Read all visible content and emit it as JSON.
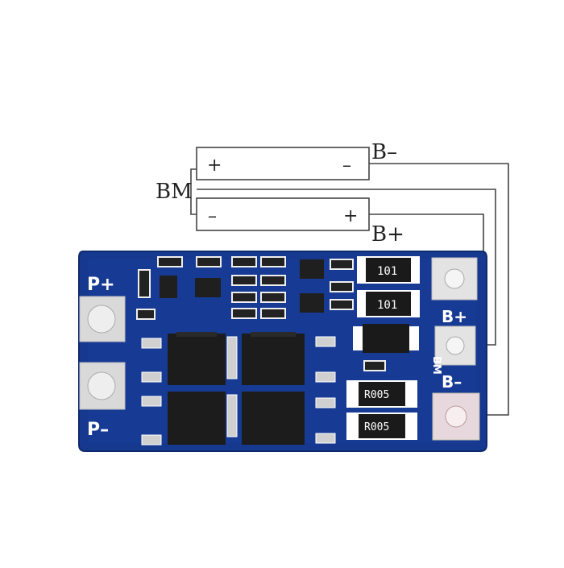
{
  "wiring": {
    "cell_top_plus": "+",
    "cell_top_minus": "–",
    "cell_bottom_minus": "–",
    "cell_bottom_plus": "+",
    "label_b_minus": "B–",
    "label_bm": "BM",
    "label_b_plus": "B+"
  },
  "board": {
    "pad_p_plus": "P+",
    "pad_p_minus": "P–",
    "pad_b_plus": "B+",
    "pad_b_minus": "B–",
    "pad_bm": "BM",
    "resistor_top": "101",
    "resistor_mid": "101",
    "shunt_top": "R005",
    "shunt_bottom": "R005"
  },
  "colors": {
    "pcb": "#16398f",
    "pcb_edge": "#0e2a6e",
    "silkscreen": "#ffffff",
    "pad": "#d9d9d9",
    "mosfet": "#1c1c1c",
    "wire": "#444444"
  }
}
